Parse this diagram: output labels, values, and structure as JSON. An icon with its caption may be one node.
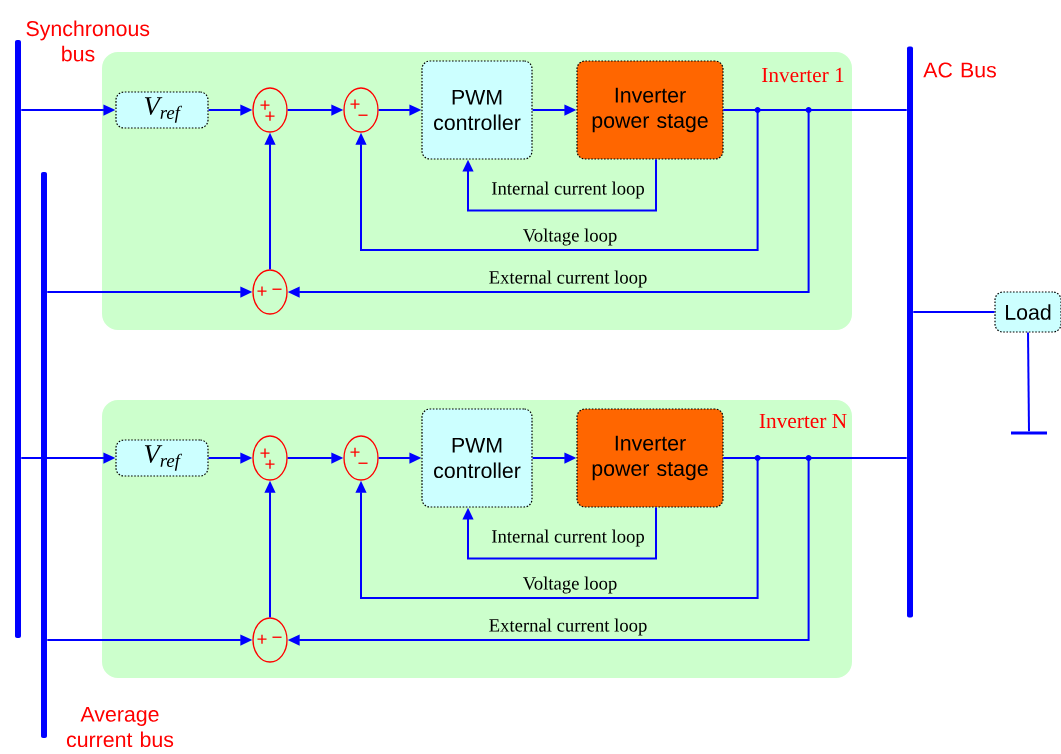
{
  "diagram": {
    "nodes": [
      {
        "text": [
          "Synchronous bus"
        ]
      },
      {
        "text": [
          "Average current bus"
        ]
      },
      {
        "text": [
          "AC Bus"
        ]
      },
      {
        "text": [
          "Inverter 1"
        ]
      },
      {
        "text": [
          "V$_{ref}$"
        ],
        "in": 3
      },
      {
        "text": [
          "+",
          "+"
        ],
        "in": 3
      },
      {
        "text": [
          "+",
          "−"
        ],
        "in": 3
      },
      {
        "text": [
          "PWM controller"
        ],
        "in": 3
      },
      {
        "text": [
          "Inverter power stage"
        ],
        "in": 3
      },
      {
        "text": [
          "+",
          "−"
        ],
        "in": 3
      },
      {
        "text": [
          "Inverter N"
        ]
      },
      {
        "text": [
          "V$_{ref}$"
        ],
        "in": 10
      },
      {
        "text": [
          "+",
          "+"
        ],
        "in": 10
      },
      {
        "text": [
          "+",
          "−"
        ],
        "in": 10
      },
      {
        "text": [
          "PWM controller"
        ],
        "in": 10
      },
      {
        "text": [
          "Inverter power stage"
        ],
        "in": 10
      },
      {
        "text": [
          "+",
          "−"
        ],
        "in": 10
      },
      {
        "text": [
          "Load"
        ]
      },
      {
        "text": [],
        "shape": "bar"
      }
    ],
    "edges": [
      {
        "from": 0,
        "to": 4,
        "arrow": "to"
      },
      {
        "from": 4,
        "to": 5,
        "arrow": "to"
      },
      {
        "from": 5,
        "to": 6,
        "arrow": "to"
      },
      {
        "from": 6,
        "to": 7,
        "arrow": "to"
      },
      {
        "from": 7,
        "to": 8,
        "arrow": "to"
      },
      {
        "from": 8,
        "to": 2,
        "arrow": "none"
      },
      {
        "from": 8,
        "to": 7,
        "arrow": "to",
        "label": "Internal current loop"
      },
      {
        "from": 8,
        "to": 6,
        "arrow": "to",
        "label": "Voltage loop"
      },
      {
        "from": 8,
        "to": 9,
        "arrow": "to",
        "label": "External current loop"
      },
      {
        "from": 1,
        "to": 9,
        "arrow": "to"
      },
      {
        "from": 9,
        "to": 5,
        "arrow": "to"
      },
      {
        "from": 0,
        "to": 11,
        "arrow": "to"
      },
      {
        "from": 11,
        "to": 12,
        "arrow": "to"
      },
      {
        "from": 12,
        "to": 13,
        "arrow": "to"
      },
      {
        "from": 13,
        "to": 14,
        "arrow": "to"
      },
      {
        "from": 14,
        "to": 15,
        "arrow": "to"
      },
      {
        "from": 15,
        "to": 2,
        "arrow": "none"
      },
      {
        "from": 15,
        "to": 14,
        "arrow": "to",
        "label": "Internal current loop"
      },
      {
        "from": 15,
        "to": 13,
        "arrow": "to",
        "label": "Voltage loop"
      },
      {
        "from": 15,
        "to": 16,
        "arrow": "to",
        "label": "External current loop"
      },
      {
        "from": 1,
        "to": 16,
        "arrow": "to"
      },
      {
        "from": 16,
        "to": 12,
        "arrow": "to"
      },
      {
        "from": 2,
        "to": 17,
        "arrow": "none"
      },
      {
        "from": 17,
        "to": 18,
        "arrow": "none"
      }
    ]
  }
}
